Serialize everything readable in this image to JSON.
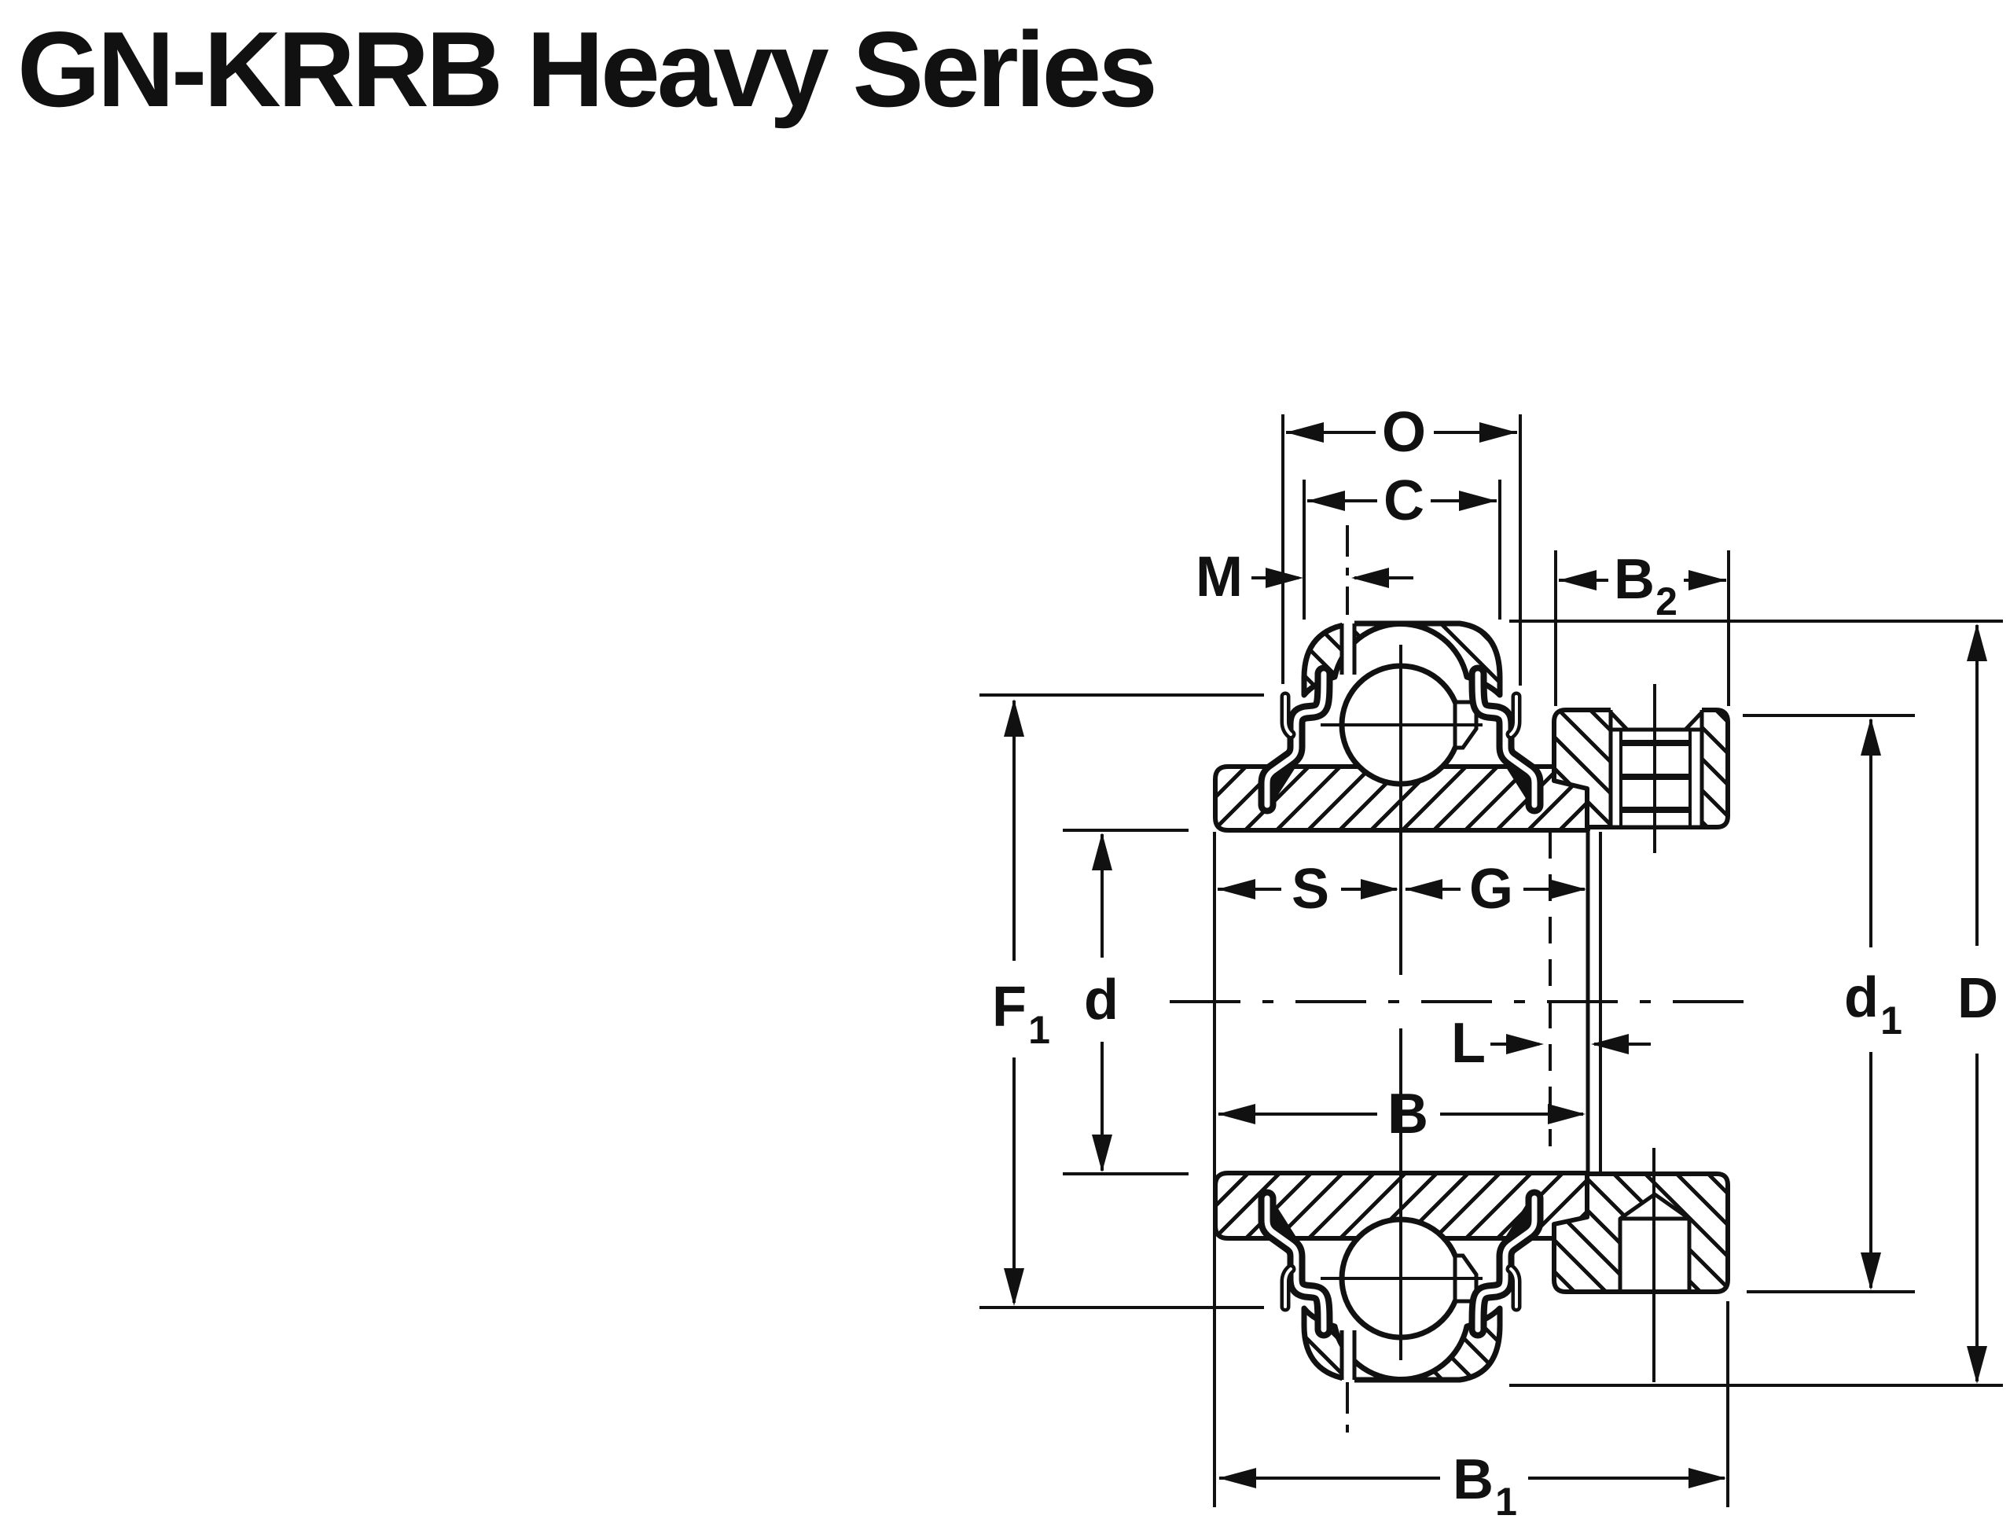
{
  "title": "GN-KRRB Heavy Series",
  "drawing": {
    "kind": "bearing-cross-section-dimension-diagram",
    "colors": {
      "ink": "#111111",
      "background": "#ffffff"
    },
    "dims": {
      "O": {
        "base": "O"
      },
      "C": {
        "base": "C"
      },
      "M": {
        "base": "M"
      },
      "B2": {
        "base": "B",
        "sub": "2"
      },
      "S": {
        "base": "S"
      },
      "G": {
        "base": "G"
      },
      "F1": {
        "base": "F",
        "sub": "1"
      },
      "d": {
        "base": "d"
      },
      "L": {
        "base": "L"
      },
      "B": {
        "base": "B"
      },
      "B1": {
        "base": "B",
        "sub": "1"
      },
      "d1": {
        "base": "d",
        "sub": "1"
      },
      "D": {
        "base": "D"
      }
    }
  }
}
